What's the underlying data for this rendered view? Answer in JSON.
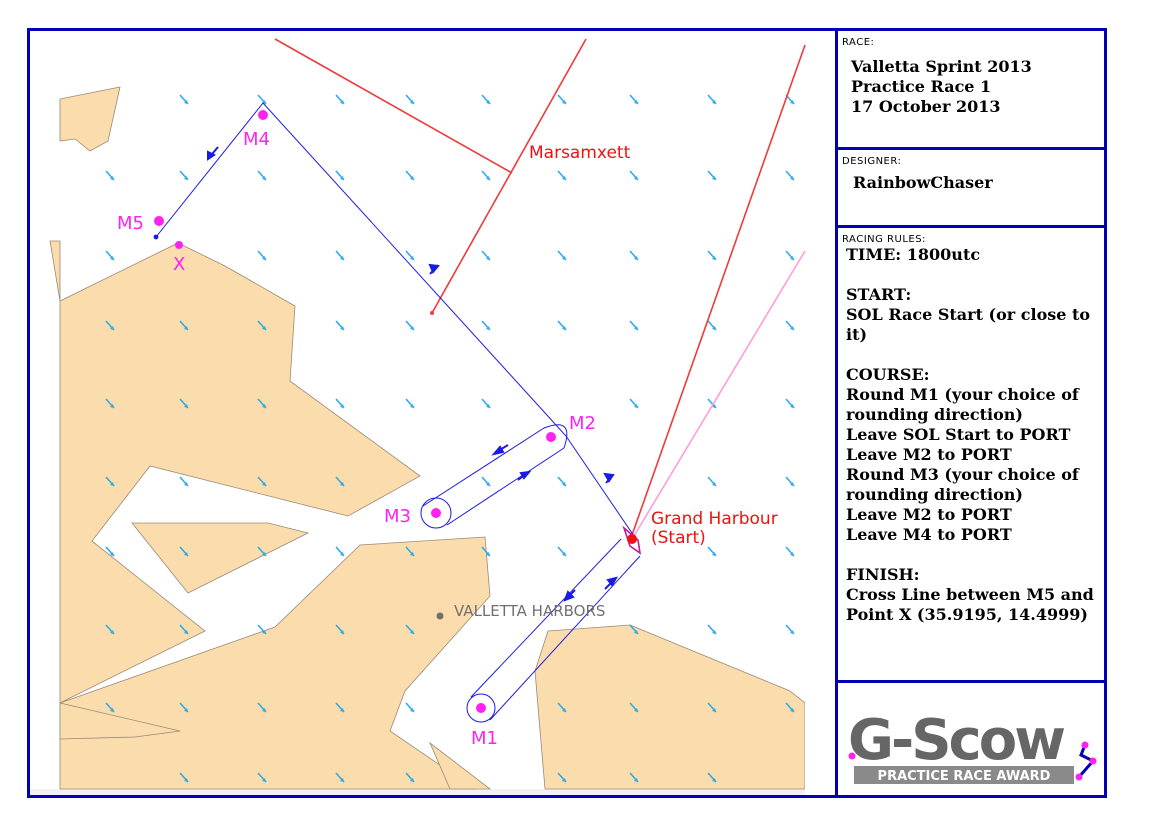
{
  "map": {
    "area_label": "VALLETTA HARBORS",
    "place_labels": {
      "marsamxett": "Marsamxett",
      "grand_harbour": "Grand Harbour",
      "start": "(Start)"
    },
    "marks": {
      "m1": "M1",
      "m2": "M2",
      "m3": "M3",
      "m4": "M4",
      "m5": "M5",
      "x": "X"
    },
    "colors": {
      "land": "#fbdcac",
      "water": "#ffffff",
      "course": "#1a1ae6",
      "mark": "#ff22ee",
      "start": "#ee1111",
      "wind": "#22a8e8"
    }
  },
  "race": {
    "heading": "RACE:",
    "lines": [
      "Valletta Sprint 2013",
      "Practice Race 1",
      "17 October 2013"
    ]
  },
  "designer": {
    "heading": "DESIGNER:",
    "name": "RainbowChaser"
  },
  "rules": {
    "heading": "RACING RULES:",
    "time": "TIME:  1800utc",
    "start_heading": "START:",
    "start_text": "SOL Race Start (or close to it)",
    "course_heading": "COURSE:",
    "course_lines": [
      "Round M1 (your choice of",
      "rounding direction)",
      "Leave SOL Start to PORT",
      "Leave M2 to PORT",
      "Round M3 (your choice of",
      "rounding direction)",
      "Leave M2 to PORT",
      "Leave M4 to PORT"
    ],
    "finish_heading": "FINISH:",
    "finish_lines": [
      "Cross Line between M5 and",
      "Point X (35.9195, 14.4999)"
    ]
  },
  "award": {
    "logo_text": "G-Scow",
    "subtitle": "PRACTICE RACE AWARD"
  }
}
